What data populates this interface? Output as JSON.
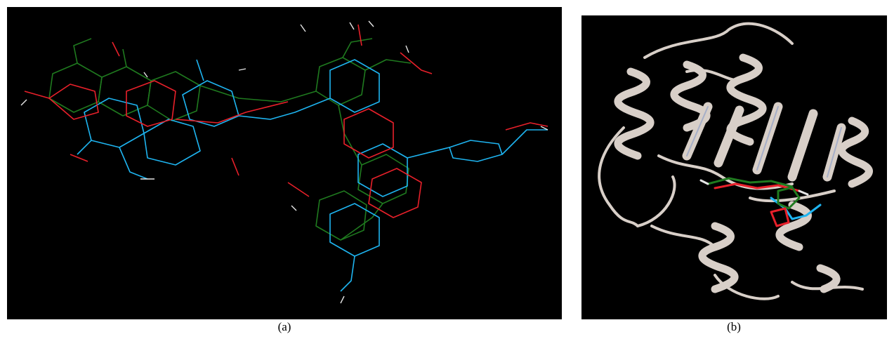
{
  "captions": {
    "a": "(a)",
    "b": "(b)"
  },
  "colors": {
    "background": "#000000",
    "bond_blue": "#1eb4f0",
    "bond_green": "#1f7a1f",
    "bond_red": "#e8202a",
    "bond_white": "#e6e6e6",
    "ribbon": "#d8cfc8",
    "ribbon_edge": "#9aa6c8"
  },
  "panels": {
    "a": {
      "content": "molecule-overlay-wireframe"
    },
    "b": {
      "content": "protein-ribbon-with-docked-ligand"
    }
  }
}
